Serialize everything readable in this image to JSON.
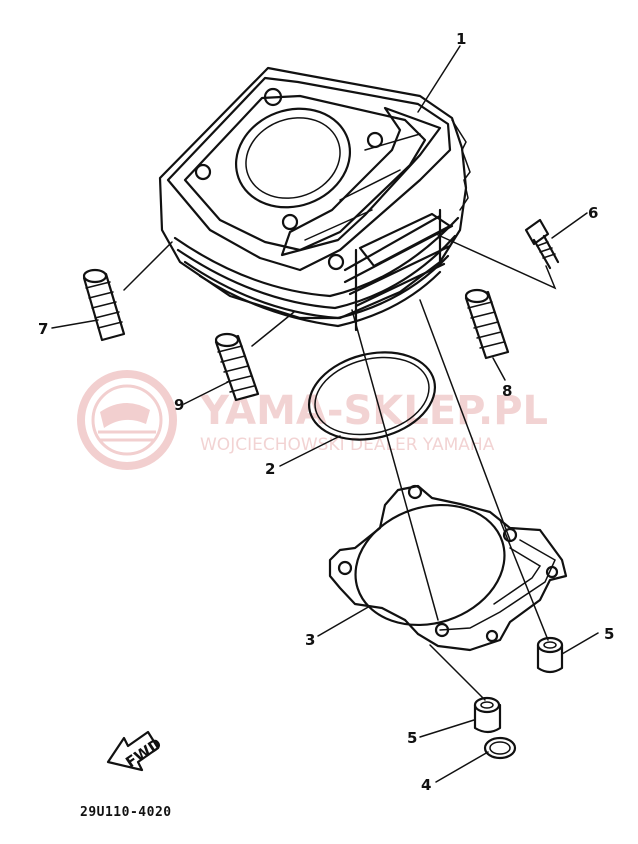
{
  "callouts": {
    "c1": "1",
    "c2": "2",
    "c3": "3",
    "c4": "4",
    "c5a": "5",
    "c5b": "5",
    "c6": "6",
    "c7": "7",
    "c8": "8",
    "c9": "9"
  },
  "fwd_label": "FWD",
  "diagram_code": "29U110-4020",
  "watermark": {
    "title": "YAMA-SKLEP.PL",
    "subtitle": "WOJCIECHOWSKI DEALER YAMAHA",
    "color": "#e8b0b0"
  }
}
